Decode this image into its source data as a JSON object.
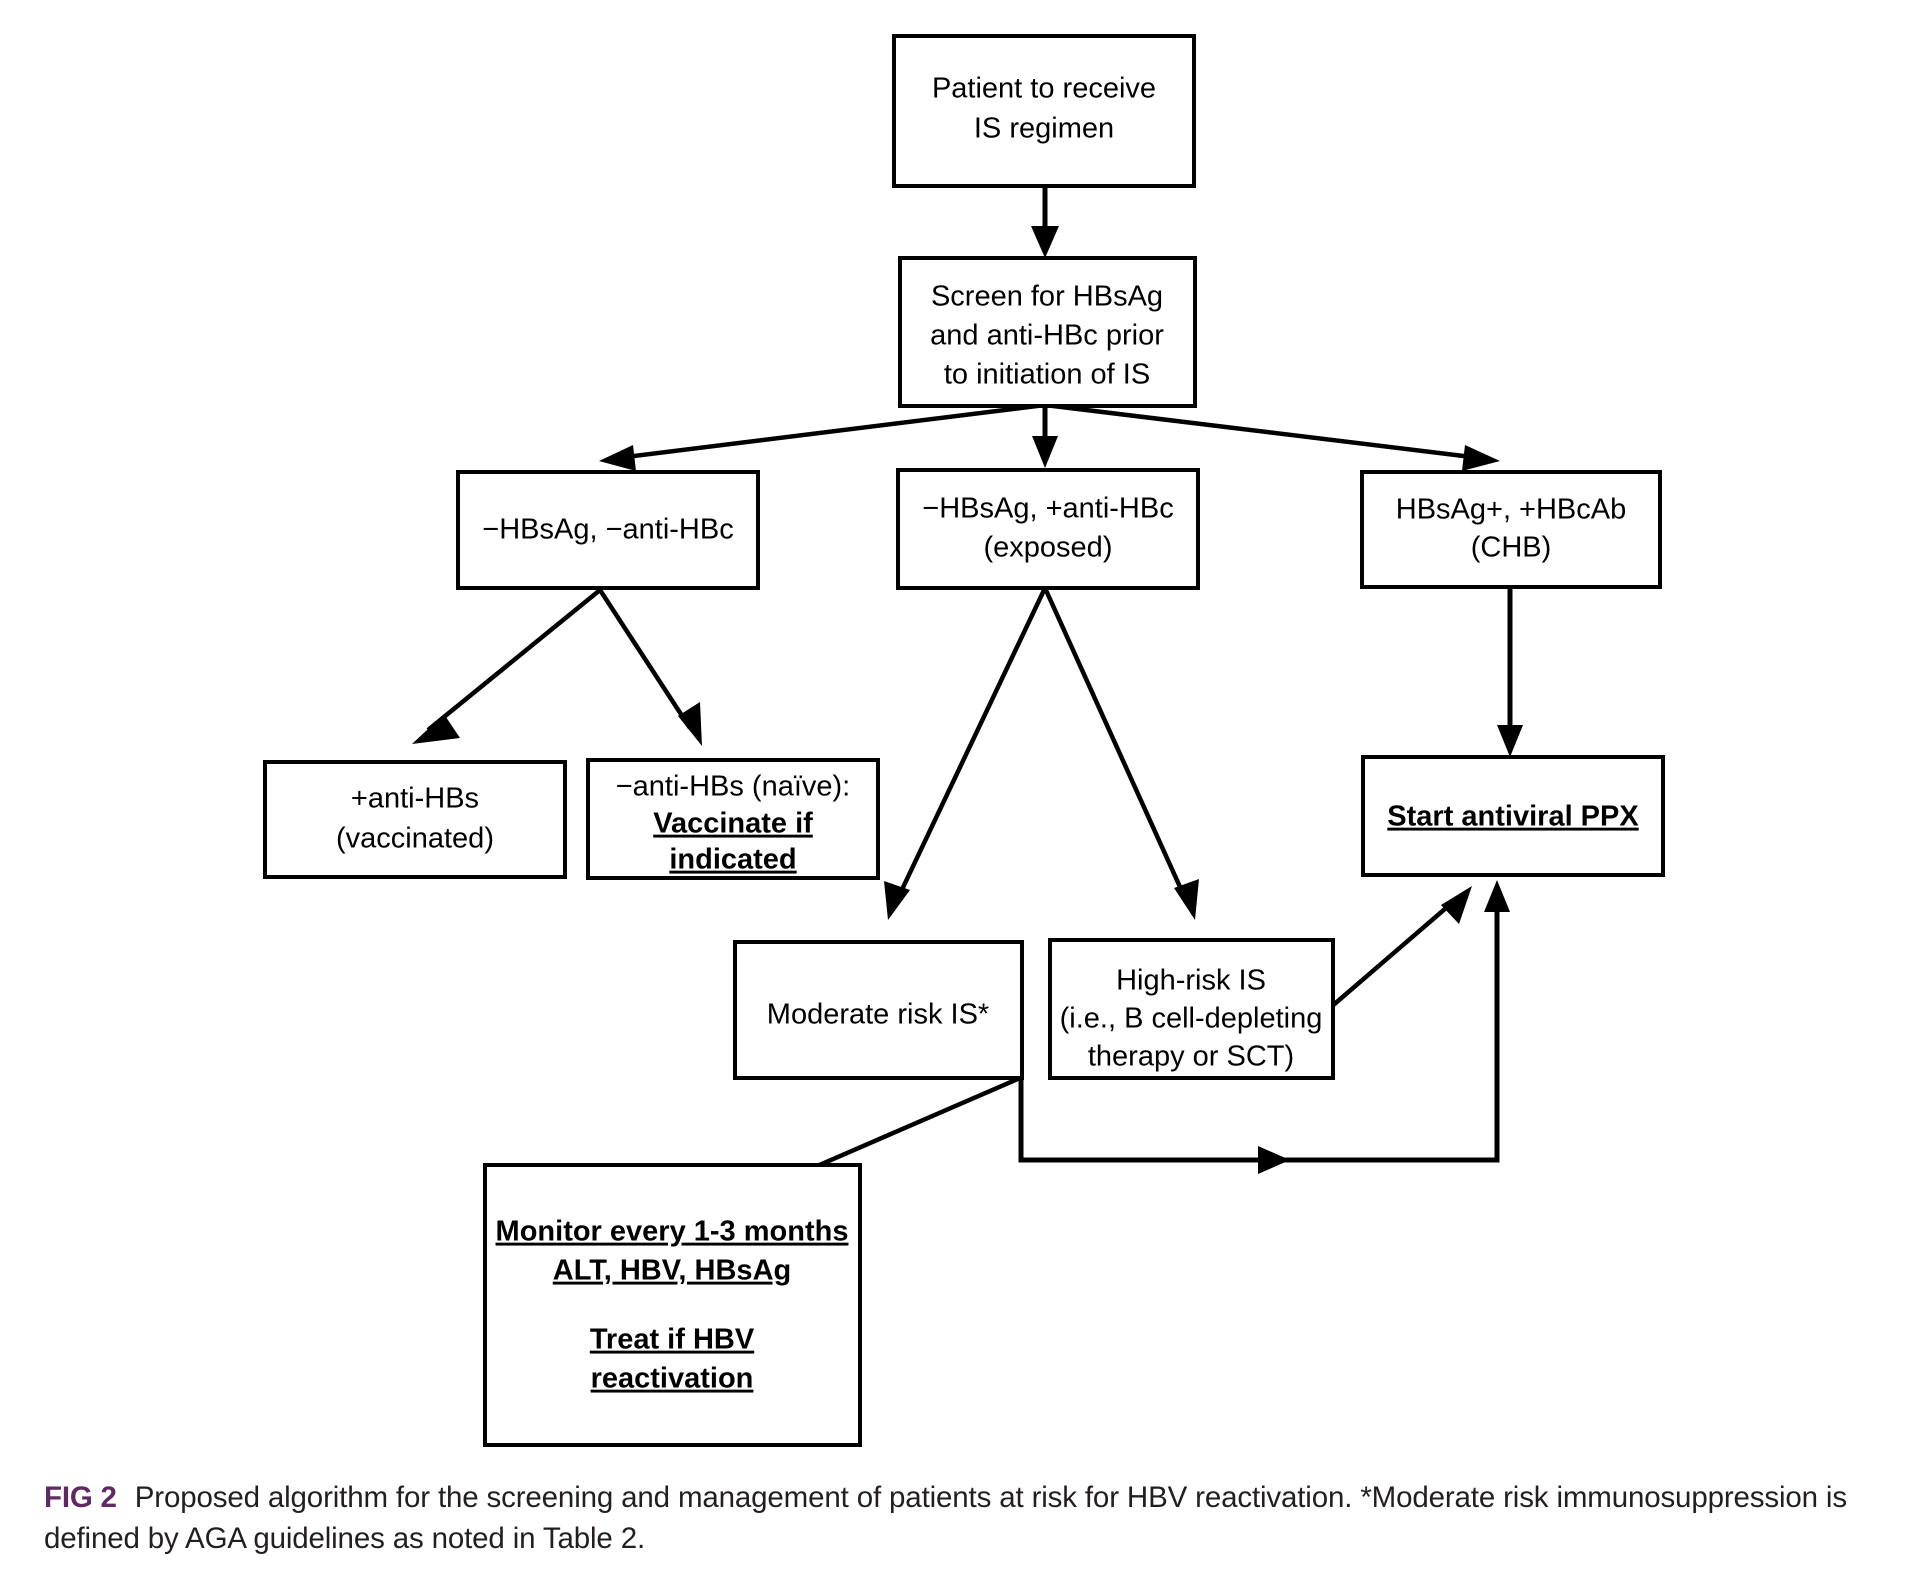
{
  "figure": {
    "caption_label": "FIG 2",
    "caption_text": "Proposed algorithm for the screening and management of patients at risk for HBV reactivation. *Moderate risk immunosuppression is defined by AGA guidelines as noted in Table 2.",
    "accent_color": "#5d2b62",
    "line_color": "#000000",
    "box_fill": "#ffffff"
  },
  "nodes": {
    "patient": {
      "name": "patient-to-receive-is-regimen",
      "lines": [
        "Patient to receive",
        "IS regimen"
      ]
    },
    "screen": {
      "name": "screen-for-hbsag",
      "lines": [
        "Screen for HBsAg",
        "and anti-HBc prior",
        "to initiation of IS"
      ]
    },
    "neg_neg": {
      "name": "neg-hbsag-neg-antihbc",
      "lines": [
        "−HBsAg, −anti-HBc"
      ]
    },
    "exposed": {
      "name": "neg-hbsag-pos-antihbc-exposed",
      "lines": [
        "−HBsAg, +anti-HBc",
        "(exposed)"
      ]
    },
    "chb": {
      "name": "hbsag-pos-hbcab-pos-chb",
      "lines": [
        "HBsAg+, +HBcAb",
        "(CHB)"
      ]
    },
    "vaccinated": {
      "name": "pos-anti-hbs-vaccinated",
      "lines": [
        "+anti-HBs",
        "(vaccinated)"
      ]
    },
    "naive": {
      "name": "neg-anti-hbs-naive-vaccinate",
      "lines": [
        "−anti-HBs (naïve):",
        "Vaccinate if",
        "indicated"
      ],
      "bold_underline_from": 1
    },
    "antiviral": {
      "name": "start-antiviral-ppx",
      "lines": [
        "Start antiviral PPX"
      ],
      "bold_underline_from": 0
    },
    "moderate": {
      "name": "moderate-risk-is",
      "lines": [
        "Moderate risk IS*"
      ]
    },
    "high": {
      "name": "high-risk-is",
      "lines": [
        "High-risk IS",
        "(i.e., B cell-depleting",
        "therapy or SCT)"
      ]
    },
    "monitor": {
      "name": "monitor-and-treat",
      "lines": [
        "Monitor every 1-3 months",
        "ALT, HBV, HBsAg",
        "",
        "Treat if HBV",
        "reactivation"
      ],
      "bold_underline_from": 0
    }
  },
  "chart_data": {
    "type": "flowchart",
    "title": "Proposed algorithm for the screening and management of patients at risk for HBV reactivation",
    "nodes": [
      {
        "id": "patient",
        "label": "Patient to receive IS regimen"
      },
      {
        "id": "screen",
        "label": "Screen for HBsAg and anti-HBc prior to initiation of IS"
      },
      {
        "id": "neg_neg",
        "label": "−HBsAg, −anti-HBc"
      },
      {
        "id": "exposed",
        "label": "−HBsAg, +anti-HBc (exposed)"
      },
      {
        "id": "chb",
        "label": "HBsAg+, +HBcAb (CHB)"
      },
      {
        "id": "vaccinated",
        "label": "+anti-HBs (vaccinated)"
      },
      {
        "id": "naive",
        "label": "−anti-HBs (naïve): Vaccinate if indicated"
      },
      {
        "id": "antiviral",
        "label": "Start antiviral PPX"
      },
      {
        "id": "moderate",
        "label": "Moderate risk IS*"
      },
      {
        "id": "high",
        "label": "High-risk IS (i.e., B cell-depleting therapy or SCT)"
      },
      {
        "id": "monitor",
        "label": "Monitor every 1-3 months ALT, HBV, HBsAg / Treat if HBV reactivation"
      }
    ],
    "edges": [
      {
        "from": "patient",
        "to": "screen"
      },
      {
        "from": "screen",
        "to": "neg_neg"
      },
      {
        "from": "screen",
        "to": "exposed"
      },
      {
        "from": "screen",
        "to": "chb"
      },
      {
        "from": "neg_neg",
        "to": "vaccinated"
      },
      {
        "from": "neg_neg",
        "to": "naive"
      },
      {
        "from": "exposed",
        "to": "moderate"
      },
      {
        "from": "exposed",
        "to": "high"
      },
      {
        "from": "chb",
        "to": "antiviral"
      },
      {
        "from": "high",
        "to": "antiviral"
      },
      {
        "from": "moderate",
        "to": "monitor"
      },
      {
        "from": "moderate",
        "to": "antiviral"
      }
    ]
  }
}
